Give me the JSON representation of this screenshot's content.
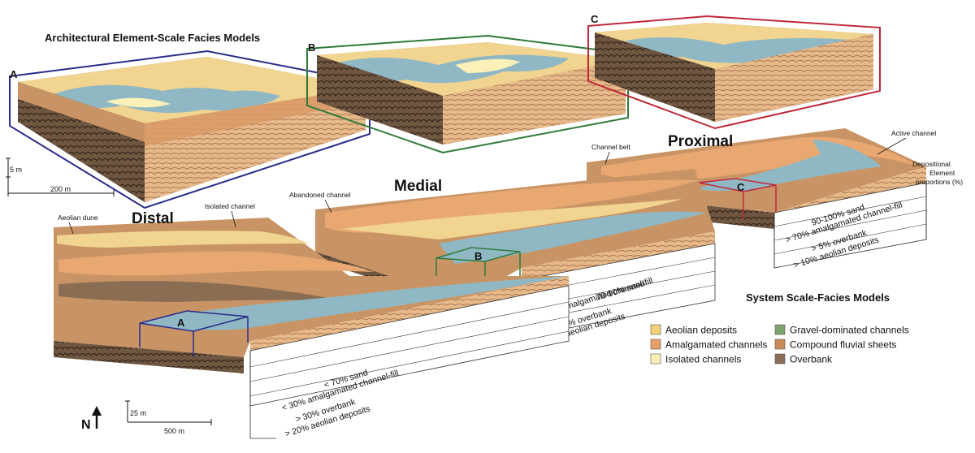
{
  "titles": {
    "element_scale": "Architectural Element-Scale Facies Models",
    "system_scale": "System Scale-Facies Models"
  },
  "panels": {
    "a": "A",
    "b": "B",
    "c": "C"
  },
  "zones": {
    "distal": "Distal",
    "medial": "Medial",
    "proximal": "Proximal"
  },
  "callouts": {
    "active_channel": "Active channel",
    "channel_belt": "Channel belt",
    "abandoned_channel": "Abandoned channel",
    "isolated_channel": "Isolated channel",
    "aeolian_dune": "Aeolian dune",
    "dep_line1": "Depositional",
    "dep_line2": "Element",
    "dep_line3": "proportions (%)"
  },
  "scales": {
    "element_vertical": "5 m",
    "element_horizontal": "200 m",
    "system_vertical": "25 m",
    "system_horizontal": "500 m",
    "north": "N"
  },
  "proportions": {
    "proximal": [
      "90-100% sand",
      "> 70% amalgamated channel-fill",
      "> 5% overbank",
      "> 10% aeolian deposits"
    ],
    "medial": [
      "70-90% sand",
      "30-70% amalgamated channel-fill",
      "5-30% overbank",
      "10-20% aeolian deposits"
    ],
    "distal": [
      "< 70% sand",
      "< 30% amalgamated channel-fill",
      "> 30% overbank",
      "> 20% aeolian deposits"
    ]
  },
  "legend": [
    {
      "label": "Aeolian deposits",
      "color": "#f4cf7c"
    },
    {
      "label": "Amalgamated channels",
      "color": "#e8a06a"
    },
    {
      "label": "Isolated channels",
      "color": "#fbf0b8"
    },
    {
      "label": "Gravel-dominated channels",
      "color": "#7fa36c"
    },
    {
      "label": "Compound fluvial sheets",
      "color": "#c98a5a"
    },
    {
      "label": "Overbank",
      "color": "#8a6d52"
    }
  ],
  "colors": {
    "panel_a_frame": "#2b2b8c",
    "panel_b_frame": "#2f7a3a",
    "panel_c_frame": "#c0283a",
    "water": "#8fb8c4",
    "aeolian": "#f4cf7c",
    "overbank": "#8a6d52"
  }
}
